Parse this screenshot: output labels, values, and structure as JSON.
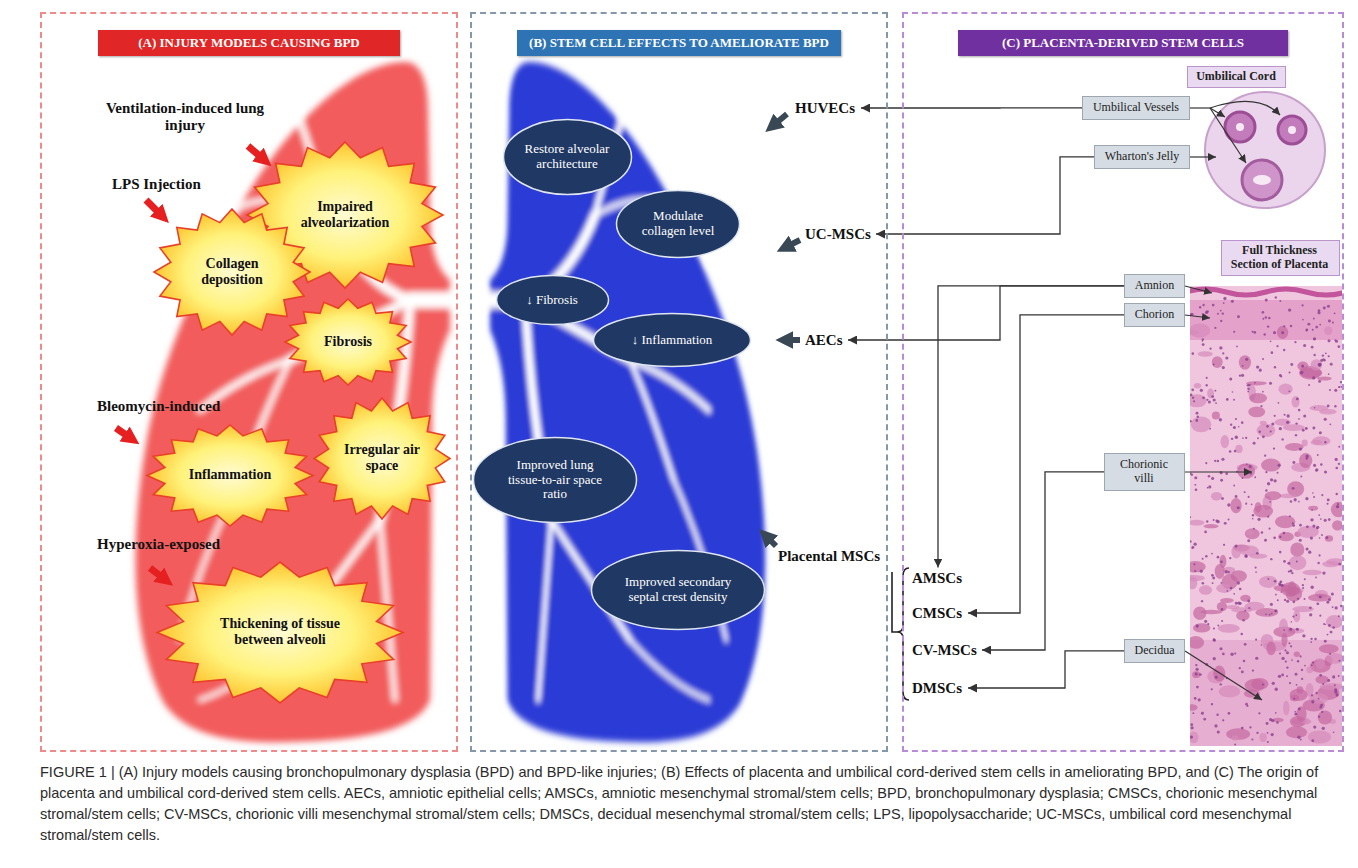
{
  "diagram": {
    "caption": "FIGURE 1 | (A) Injury models causing bronchopulmonary dysplasia (BPD) and BPD-like injuries; (B) Effects of placenta and umbilical cord-derived stem cells in ameliorating BPD, and (C) The origin of placenta and umbilical cord-derived stem cells. AECs, amniotic epithelial cells; AMSCs, amniotic mesenchymal stromal/stem cells; BPD, bronchopulmonary dysplasia; CMSCs, chorionic mesenchymal stromal/stem cells; CV-MSCs, chorionic villi mesenchymal stromal/stem cells; DMSCs, decidual mesenchymal stromal/stem cells; LPS, lipopolysaccharide; UC-MSCs, umbilical cord mesenchymal stromal/stem cells.",
    "nodes": [
      {
        "text": [
          "(A) INJURY MODELS CAUSING BPD"
        ]
      },
      {
        "text": [
          "Impaired alveolarization"
        ],
        "in": 0
      },
      {
        "text": [
          "Collagen deposition"
        ],
        "in": 0
      },
      {
        "text": [
          "Fibrosis"
        ],
        "in": 0
      },
      {
        "text": [
          "Inflammation"
        ],
        "in": 0
      },
      {
        "text": [
          "Irregular air space"
        ],
        "in": 0
      },
      {
        "text": [
          "Thickening of tissue between alveoli"
        ],
        "in": 0
      },
      {
        "text": [
          "(B) STEM CELL EFFECTS TO AMELIORATE BPD"
        ]
      },
      {
        "text": [
          "HUVECs"
        ],
        "in": 7
      },
      {
        "text": [
          "Restore alveolar architecture"
        ],
        "in": 7
      },
      {
        "text": [
          "Modulate collagen level"
        ],
        "in": 7
      },
      {
        "text": [
          "UC-MSCs"
        ],
        "in": 7
      },
      {
        "text": [
          "↓ Fibrosis"
        ],
        "in": 7
      },
      {
        "text": [
          "↓ Inflammation"
        ],
        "in": 7
      },
      {
        "text": [
          "AECs"
        ],
        "in": 7
      },
      {
        "text": [
          "Improved lung tissue-to-air space ratio"
        ],
        "in": 7
      },
      {
        "text": [
          "Improved secondary septal crest density"
        ],
        "in": 7
      },
      {
        "text": [
          "Placental MSCs"
        ],
        "in": 7
      },
      {
        "text": [
          "(C) PLACENTA-DERIVED STEM CELLS"
        ]
      },
      {
        "text": [
          "Umbilical Cord"
        ],
        "in": 18
      },
      {
        "text": [
          "Umbilical Vessels"
        ],
        "in": 18
      },
      {
        "text": [
          "Wharton's Jelly"
        ],
        "in": 18
      },
      {
        "text": [
          "Full Thickness Section of Placenta"
        ],
        "in": 18
      },
      {
        "text": [
          "Amnion"
        ],
        "in": 18
      },
      {
        "text": [
          "Chorion"
        ],
        "in": 18
      },
      {
        "text": [
          "Chorionic villi"
        ],
        "in": 18
      },
      {
        "text": [
          "AMSCs"
        ],
        "in": 18
      },
      {
        "text": [
          "CMSCs"
        ],
        "in": 18
      },
      {
        "text": [
          "CV-MSCs"
        ],
        "in": 18
      },
      {
        "text": [
          "DMSCs"
        ],
        "in": 18
      },
      {
        "text": [
          "Decidua"
        ],
        "in": 18
      }
    ],
    "edges": [
      {
        "from": 20,
        "to": 8,
        "arrow": "to"
      },
      {
        "from": 21,
        "to": 11,
        "arrow": "to"
      },
      {
        "from": 23,
        "to": 14,
        "arrow": "to"
      },
      {
        "from": 23,
        "to": 26,
        "arrow": "to"
      },
      {
        "from": 24,
        "to": 27,
        "arrow": "to"
      },
      {
        "from": 25,
        "to": 28,
        "arrow": "to"
      },
      {
        "from": 30,
        "to": 29,
        "arrow": "to"
      }
    ],
    "labels": [
      "Ventilation-induced lung injury",
      "LPS Injection",
      "Bleomycin-induced",
      "Hyperoxia-exposed"
    ]
  }
}
